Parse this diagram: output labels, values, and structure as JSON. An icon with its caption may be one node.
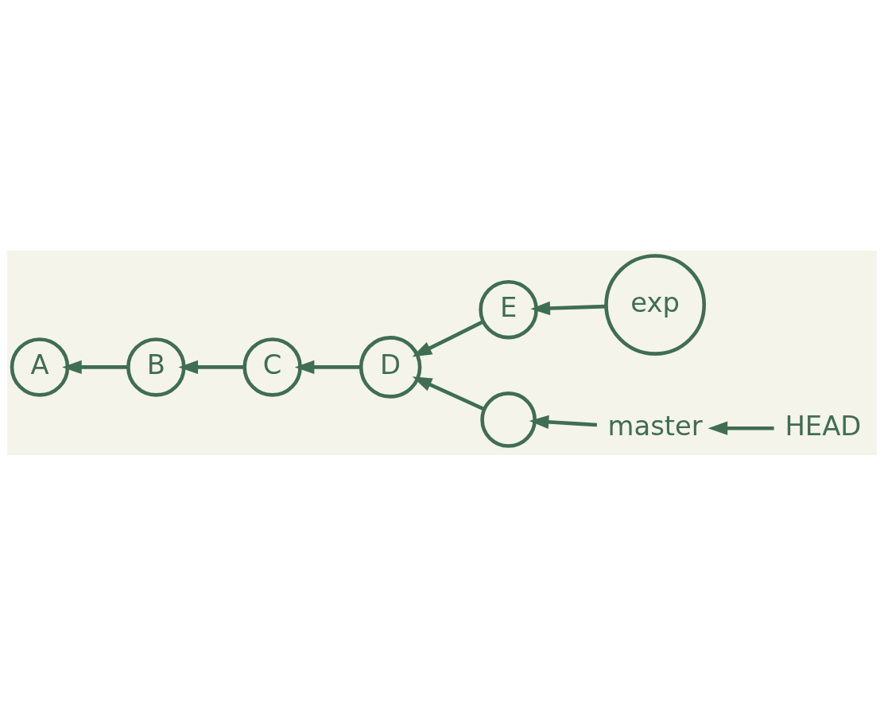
{
  "diagram": {
    "nodes": [
      {
        "text": [],
        "shape": "circle"
      },
      {
        "text": [
          "A"
        ]
      },
      {
        "text": [
          "B"
        ]
      },
      {
        "text": [
          "C"
        ]
      },
      {
        "text": [
          "D"
        ]
      },
      {
        "text": [
          "E"
        ]
      },
      {
        "text": [
          "master"
        ]
      },
      {
        "text": [
          "exp"
        ]
      },
      {
        "text": [
          "HEAD"
        ]
      }
    ],
    "edges": [
      {
        "from": 6,
        "to": 0,
        "arrow": "to"
      },
      {
        "from": 0,
        "to": 4,
        "arrow": "to"
      },
      {
        "from": 4,
        "to": 3,
        "arrow": "to"
      },
      {
        "from": 3,
        "to": 2,
        "arrow": "to"
      },
      {
        "from": 2,
        "to": 1,
        "arrow": "to"
      },
      {
        "from": 5,
        "to": 4,
        "arrow": "to"
      },
      {
        "from": 7,
        "to": 5,
        "arrow": "to"
      },
      {
        "from": 8,
        "to": 6,
        "arrow": "to"
      }
    ]
  }
}
